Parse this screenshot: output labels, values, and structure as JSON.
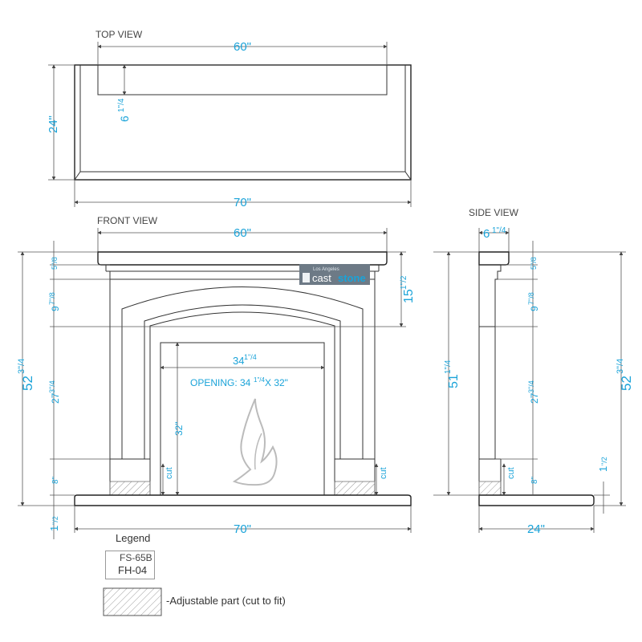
{
  "views": {
    "top": "TOP VIEW",
    "front": "FRONT VIEW",
    "side": "SIDE VIEW"
  },
  "dimensions": {
    "top_width_inner": "60\"",
    "top_width_outer": "70\"",
    "top_depth": "24\"",
    "top_shelf_depth": "6",
    "top_shelf_frac": "1\"/4",
    "front_width_top": "60\"",
    "front_width_bottom": "70\"",
    "front_total_height": "52",
    "front_total_frac": "3\"/4",
    "opening_width": "34",
    "opening_frac": "1\"/4",
    "opening_label": "OPENING: 34",
    "opening_label_frac": "1\"/4",
    "opening_label_tail": " X 32\"",
    "opening_height": "32\"",
    "cut_label": "cut",
    "plinth_height": "8\"",
    "hearth_height": "1",
    "hearth_frac": "\"/2",
    "seg_shelf": "5\"/8",
    "seg_frieze": "9",
    "seg_frieze_frac": "7\"/8",
    "seg_legs": "27",
    "seg_legs_frac": "3\"/4",
    "right_mantel_h": "15",
    "right_mantel_frac": "1\"/2",
    "side_shelf_depth": "6",
    "side_shelf_frac": "1\"/4",
    "side_inner_height": "51",
    "side_inner_frac": "1\"/4",
    "side_total_height": "52",
    "side_total_frac": "3\"/4",
    "side_depth": "24\"",
    "side_hearth": "1",
    "side_hearth_frac": "\"/2"
  },
  "logo": {
    "small_text": "Los Angeles",
    "brand_a": "cast",
    "brand_b": "stone"
  },
  "legend": {
    "title": "Legend",
    "model_code": "FS-65B",
    "hearth_code": "FH-04",
    "adjustable_text": "-Adjustable part (cut to fit)"
  },
  "colors": {
    "dimension_text": "#1aa3d9",
    "line": "#333333",
    "hatch": "#999999"
  }
}
